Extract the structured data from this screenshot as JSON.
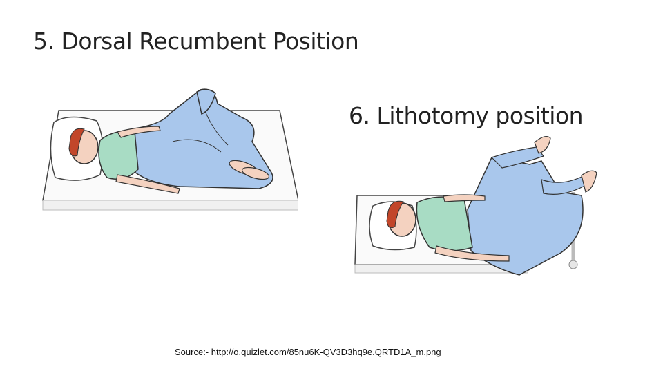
{
  "slide": {
    "heading_dorsal": "5. Dorsal Recumbent Position",
    "heading_lithotomy": "6. Lithotomy position",
    "source_text": "Source:- http://o.quizlet.com/85nu6K-QV3D3hq9e.QRTD1A_m.png"
  },
  "colors": {
    "sheet_blue": "#a9c7ec",
    "gown_green": "#a8dcc4",
    "skin": "#f4d2c0",
    "hair": "#c2462a",
    "table_white": "#fafafa",
    "outline": "#333333",
    "stirrup_gray": "#cfd3d8"
  },
  "illustrations": [
    {
      "icon": "dorsal-recumbent-patient-illustration"
    },
    {
      "icon": "lithotomy-patient-illustration"
    }
  ]
}
